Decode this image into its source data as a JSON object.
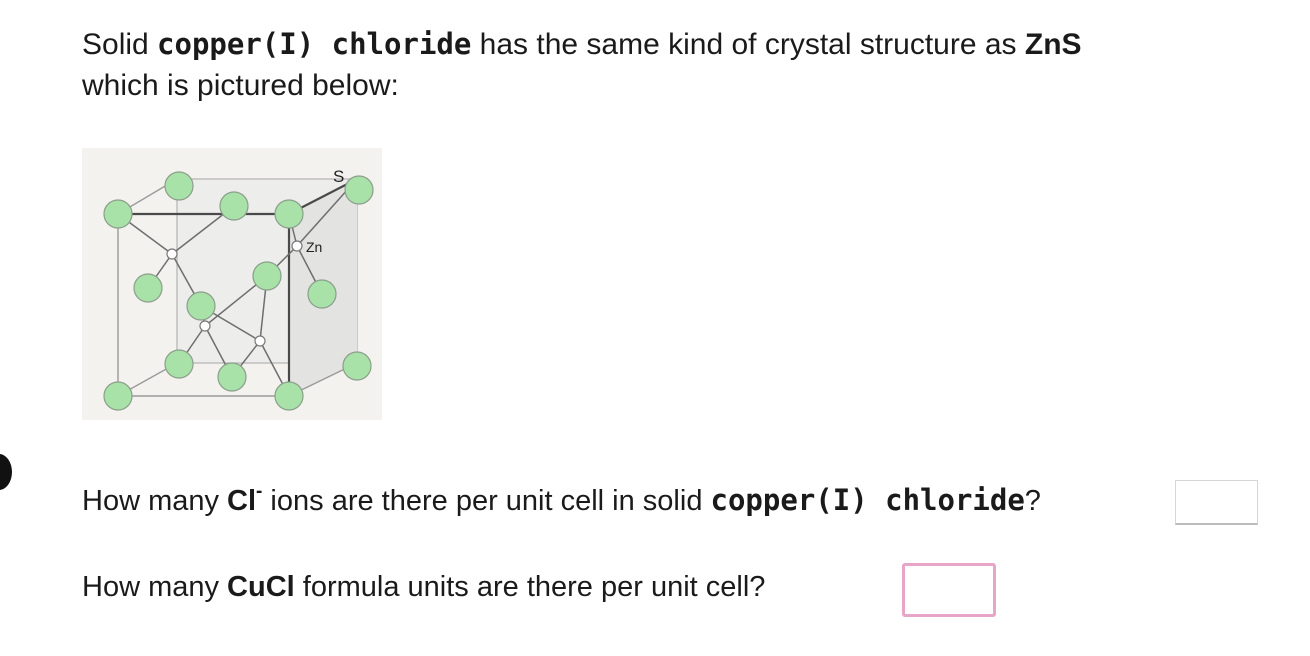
{
  "intro": {
    "t1": "Solid ",
    "b1": "copper(I) chloride",
    "t2": " has the same kind of crystal structure as ",
    "b2": "ZnS",
    "t3": "which is pictured below:"
  },
  "figure": {
    "label_s": "S",
    "label_zn": "Zn",
    "sulfur_color": "#a8e2a8",
    "zinc_color": "#ffffff"
  },
  "q1": {
    "t1": "How many ",
    "b1": "Cl",
    "sup": "-",
    "t2": " ions are there per unit cell in solid ",
    "b2": "copper(I) chloride",
    "t3": "?"
  },
  "q2": {
    "t1": "How many ",
    "b1": "CuCl",
    "t2": " formula units are there per unit cell?"
  },
  "answers": {
    "cl_ions_per_cell": "",
    "cucl_units_per_cell": ""
  }
}
